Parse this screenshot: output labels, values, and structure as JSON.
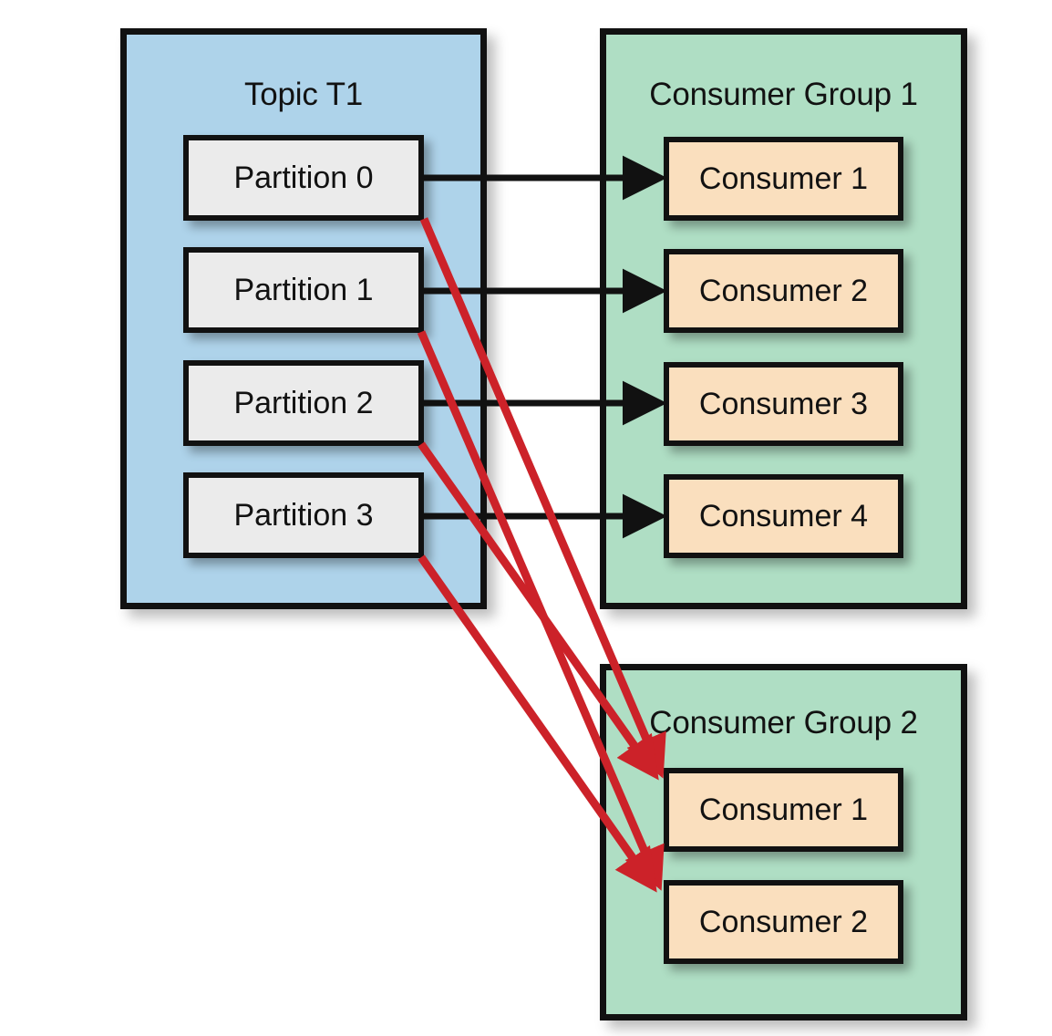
{
  "diagram": {
    "title": "Kafka topic partitions consumed by two consumer groups",
    "colors": {
      "topic_fill": "#aed3ea",
      "group_fill": "#afdec4",
      "partition_fill": "#ebebeb",
      "consumer_fill": "#fadfbe",
      "border": "#111111",
      "black_arrow": "#111111",
      "red_arrow": "#cc2229",
      "background": "#ffffff"
    }
  },
  "topic": {
    "label": "Topic T1",
    "partitions": [
      {
        "label": "Partition 0"
      },
      {
        "label": "Partition 1"
      },
      {
        "label": "Partition 2"
      },
      {
        "label": "Partition 3"
      }
    ]
  },
  "consumer_group_1": {
    "label": "Consumer Group 1",
    "consumers": [
      {
        "label": "Consumer 1"
      },
      {
        "label": "Consumer 2"
      },
      {
        "label": "Consumer 3"
      },
      {
        "label": "Consumer 4"
      }
    ]
  },
  "consumer_group_2": {
    "label": "Consumer Group 2",
    "consumers": [
      {
        "label": "Consumer 1"
      },
      {
        "label": "Consumer 2"
      }
    ]
  },
  "connections": {
    "black": [
      {
        "from": "Partition 0",
        "to": "Consumer Group 1 / Consumer 1"
      },
      {
        "from": "Partition 1",
        "to": "Consumer Group 1 / Consumer 2"
      },
      {
        "from": "Partition 2",
        "to": "Consumer Group 1 / Consumer 3"
      },
      {
        "from": "Partition 3",
        "to": "Consumer Group 1 / Consumer 4"
      }
    ],
    "red": [
      {
        "from": "Partition 0",
        "to": "Consumer Group 2 / Consumer 1"
      },
      {
        "from": "Partition 1",
        "to": "Consumer Group 2 / Consumer 2"
      },
      {
        "from": "Partition 2",
        "to": "Consumer Group 2 / Consumer 1"
      },
      {
        "from": "Partition 3",
        "to": "Consumer Group 2 / Consumer 2"
      }
    ]
  }
}
